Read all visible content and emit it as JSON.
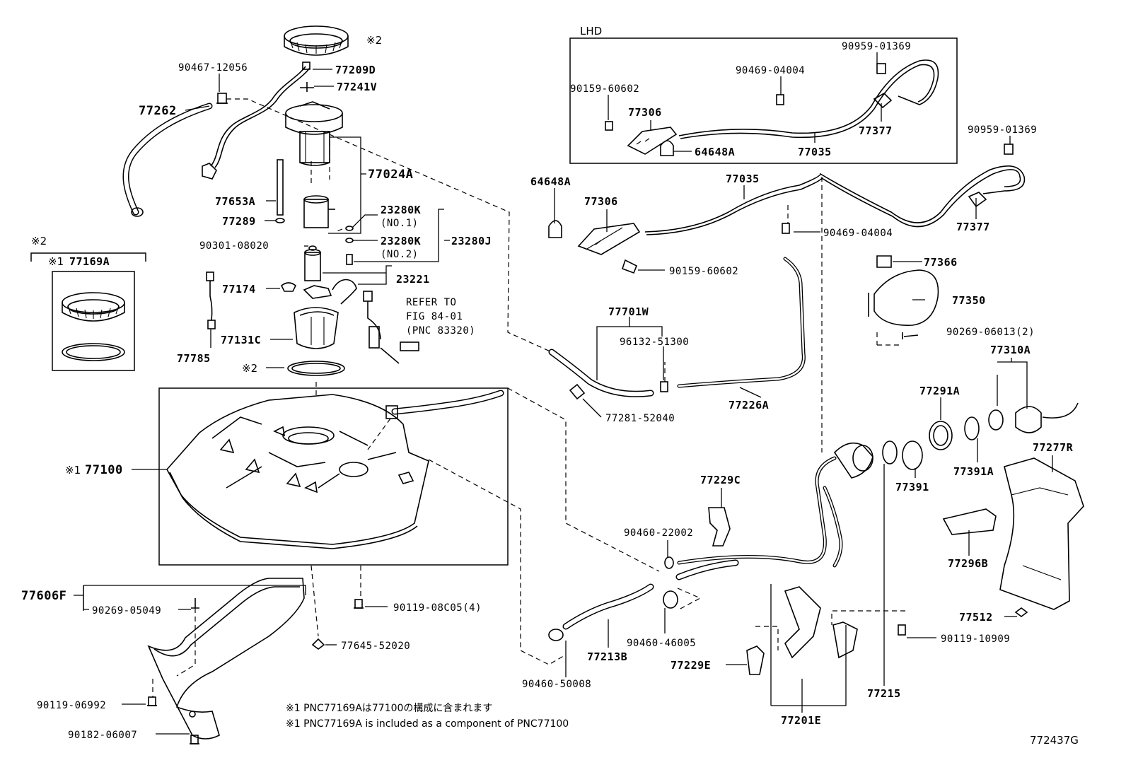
{
  "labels": {
    "p77262": "77262",
    "p90467_12056": "90467-12056",
    "p77209D": "77209D",
    "p77241V": "77241V",
    "sym2_top": "※2",
    "p77024A": "77024A",
    "p77653A": "77653A",
    "p77289": "77289",
    "p23280K_1": "23280K",
    "no1": "(NO.1)",
    "p23280K_2": "23280K",
    "no2": "(NO.2)",
    "p23280J": "23280J",
    "p90301_08020": "90301-08020",
    "p23221": "23221",
    "p77174": "77174",
    "refer1": "REFER TO",
    "refer2": "FIG 84-01",
    "refer3": "(PNC 83320)",
    "p77131C": "77131C",
    "p77785": "77785",
    "sym2_gasket": "※2",
    "sym2_box": "※2",
    "sym1_77169A": "※1",
    "p77169A": "77169A",
    "sym1_77100": "※1",
    "p77100": "77100",
    "p77606F": "77606F",
    "p90269_05049": "90269-05049",
    "p90119_08C05": "90119-08C05(4)",
    "p77645_52020": "77645-52020",
    "p90119_06992": "90119-06992",
    "p90182_06007": "90182-06007",
    "lhd": "LHD",
    "lhd_90959_01369": "90959-01369",
    "lhd_90469_04004": "90469-04004",
    "lhd_90159_60602": "90159-60602",
    "lhd_77306": "77306",
    "lhd_77377": "77377",
    "lhd_64648A": "64648A",
    "lhd_77035": "77035",
    "p64648A": "64648A",
    "p77306": "77306",
    "p77035": "77035",
    "p90959_01369": "90959-01369",
    "p77377": "77377",
    "p90469_04004": "90469-04004",
    "p90159_60602": "90159-60602",
    "p77366": "77366",
    "p77350": "77350",
    "p90269_06013": "90269-06013(2)",
    "p77310A": "77310A",
    "p77701W": "77701W",
    "p96132_51300": "96132-51300",
    "p77281_52040": "77281-52040",
    "p77226A": "77226A",
    "p77291A": "77291A",
    "p77391": "77391",
    "p77391A": "77391A",
    "p77277R": "77277R",
    "p77229C": "77229C",
    "p90460_22002": "90460-22002",
    "p77296B": "77296B",
    "p77512": "77512",
    "p90119_10909": "90119-10909",
    "p90460_46005": "90460-46005",
    "p77213B": "77213B",
    "p77229E": "77229E",
    "p77215": "77215",
    "p90460_50008": "90460-50008",
    "p77201E": "77201E"
  },
  "notes": {
    "line1": "※1 PNC77169Aは77100の構成に含まれます",
    "line2": "※1 PNC77169A is included as a component of PNC77100"
  },
  "figure_id": "772437G"
}
